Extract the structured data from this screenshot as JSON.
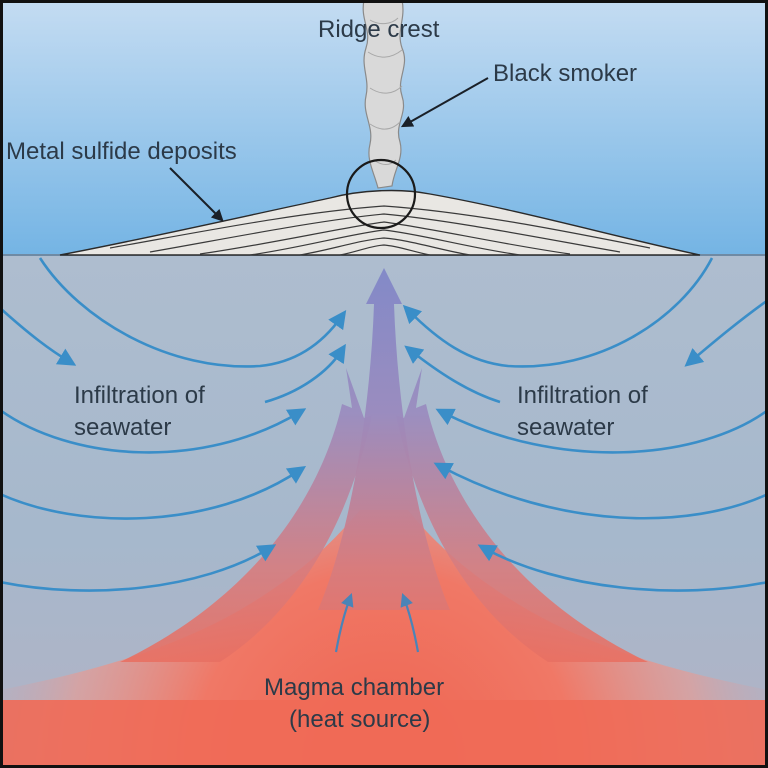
{
  "diagram": {
    "labels": {
      "ridge_crest": "Ridge crest",
      "black_smoker": "Black smoker",
      "metal_sulfide": "Metal sulfide deposits",
      "infiltration_left_line1": "Infiltration of",
      "infiltration_left_line2": "seawater",
      "infiltration_right_line1": "Infiltration of",
      "infiltration_right_line2": "seawater",
      "magma_line1": "Magma chamber",
      "magma_line2": "(heat source)"
    },
    "colors": {
      "sea_top": "#c4dcf2",
      "sea_bottom": "#74b4e4",
      "crust": "#a9b9cd",
      "seawater_flow": "#3a8ec8",
      "magma": "#ef6c57",
      "rising_fluid": "#8c8ec4",
      "deposit": "#e8e6e2",
      "smoke": "#d6d6d6",
      "text": "#2c3a48",
      "frame": "#111111"
    }
  }
}
